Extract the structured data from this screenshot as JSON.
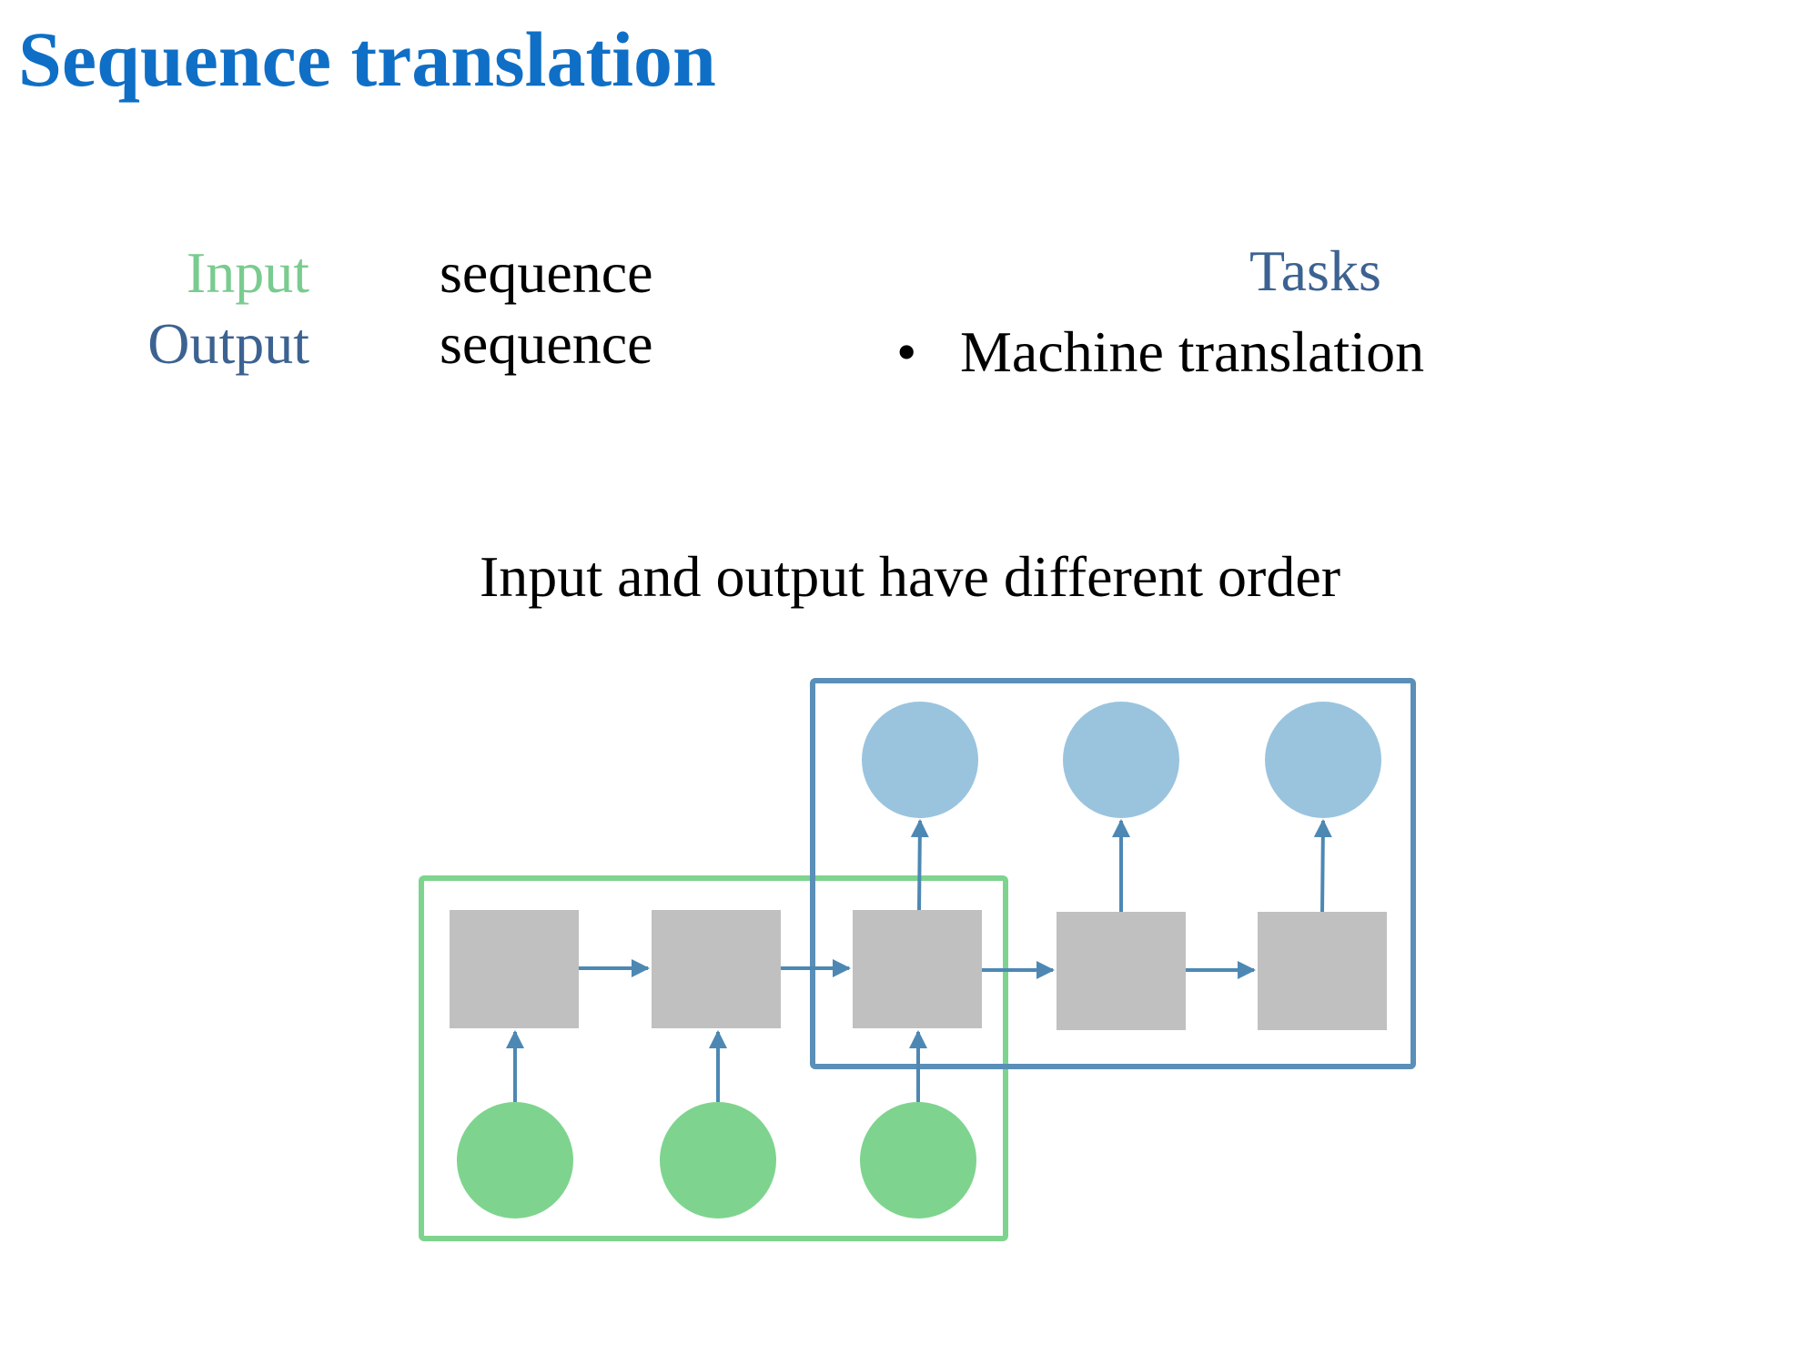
{
  "title": "Sequence translation",
  "io": {
    "input_label": "Input",
    "input_value": "sequence",
    "output_label": "Output",
    "output_value": "sequence"
  },
  "tasks": {
    "heading": "Tasks",
    "bullet": "•",
    "items": [
      "Machine translation"
    ]
  },
  "caption": "Input and output have different order",
  "colors": {
    "title": "#0F6FC6",
    "input": "#7ACB8F",
    "output": "#3C6291",
    "input_node": "#7ED48E",
    "output_node": "#9AC4DE",
    "hidden_node": "#C0C0C0",
    "arrow": "#4D88B4",
    "input_box": "#7ED48E",
    "output_box": "#5A8FB8"
  }
}
